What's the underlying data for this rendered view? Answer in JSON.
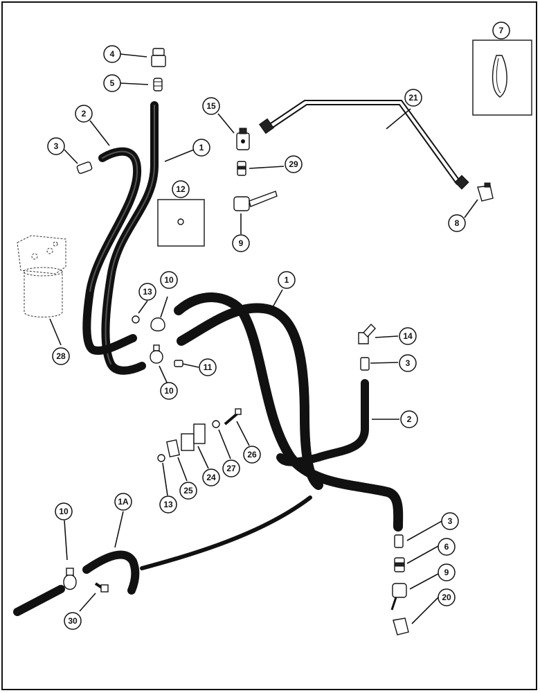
{
  "diagram": {
    "callouts": [
      {
        "id": "c4",
        "label": "4"
      },
      {
        "id": "c5",
        "label": "5"
      },
      {
        "id": "c2a",
        "label": "2"
      },
      {
        "id": "c3a",
        "label": "3"
      },
      {
        "id": "c1a",
        "label": "1"
      },
      {
        "id": "c12",
        "label": "12"
      },
      {
        "id": "c15",
        "label": "15"
      },
      {
        "id": "c21",
        "label": "21"
      },
      {
        "id": "c29",
        "label": "29"
      },
      {
        "id": "c9a",
        "label": "9"
      },
      {
        "id": "c8",
        "label": "8"
      },
      {
        "id": "c7",
        "label": "7"
      },
      {
        "id": "c28",
        "label": "28"
      },
      {
        "id": "c13a",
        "label": "13"
      },
      {
        "id": "c10a",
        "label": "10"
      },
      {
        "id": "c1b",
        "label": "1"
      },
      {
        "id": "c11",
        "label": "11"
      },
      {
        "id": "c10b",
        "label": "10"
      },
      {
        "id": "c14",
        "label": "14"
      },
      {
        "id": "c3b",
        "label": "3"
      },
      {
        "id": "c2b",
        "label": "2"
      },
      {
        "id": "c26",
        "label": "26"
      },
      {
        "id": "c27",
        "label": "27"
      },
      {
        "id": "c24",
        "label": "24"
      },
      {
        "id": "c25",
        "label": "25"
      },
      {
        "id": "c13b",
        "label": "13"
      },
      {
        "id": "c10c",
        "label": "10"
      },
      {
        "id": "c1A",
        "label": "1A"
      },
      {
        "id": "c30",
        "label": "30"
      },
      {
        "id": "c3c",
        "label": "3"
      },
      {
        "id": "c6",
        "label": "6"
      },
      {
        "id": "c9b",
        "label": "9"
      },
      {
        "id": "c20",
        "label": "20"
      }
    ]
  }
}
